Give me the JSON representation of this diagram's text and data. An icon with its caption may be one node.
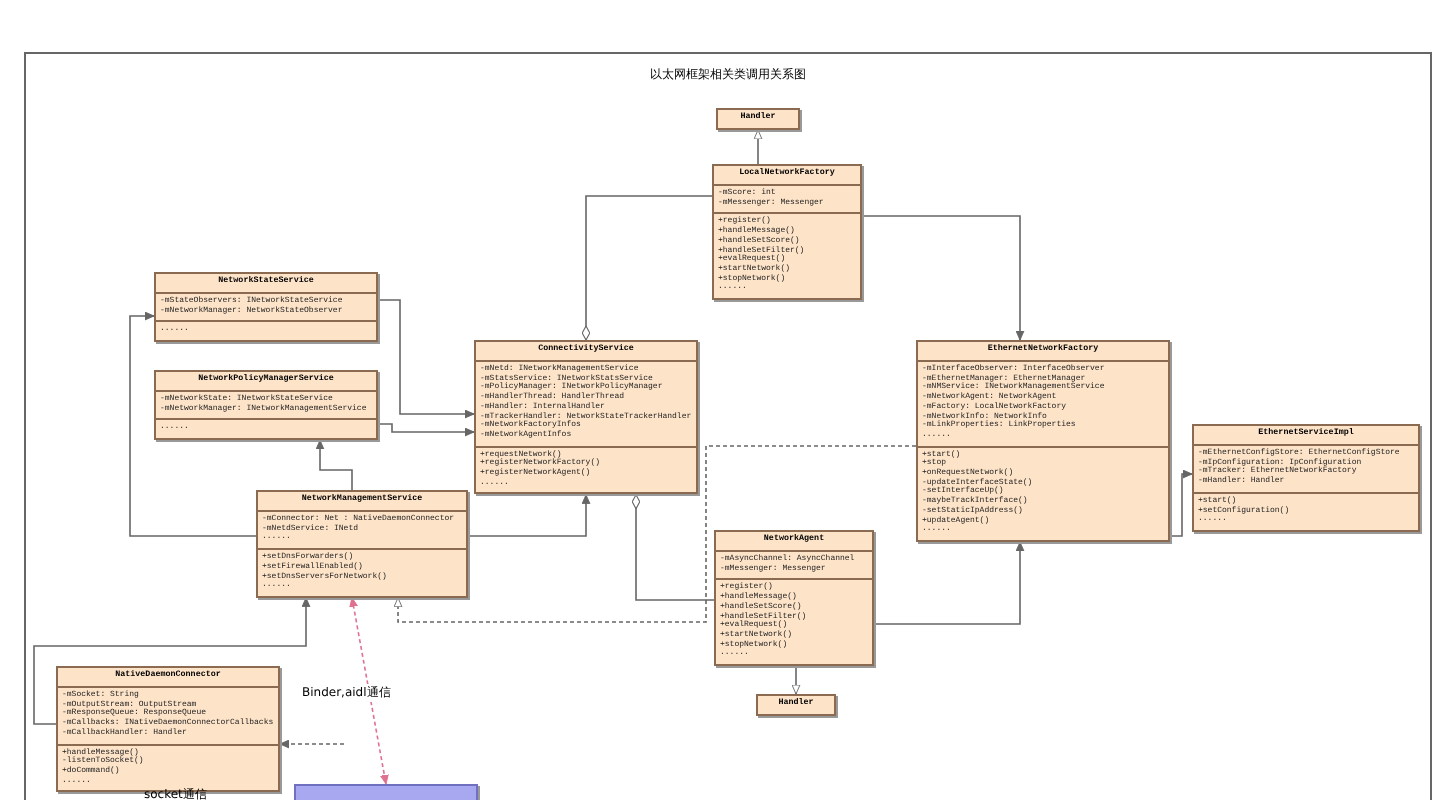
{
  "diagram": {
    "title": "以太网框架相关类调用关系图",
    "nodes": [
      {
        "text": [
          "Handler"
        ]
      },
      {
        "text": [
          "LocalNetworkFactory"
        ]
      },
      {
        "text": [
          "-mScore: int",
          "-mMessenger: Messenger"
        ],
        "in": 1
      },
      {
        "text": [
          "+register()",
          "+handleMessage()",
          "+handleSetScore()",
          "+handleSetFilter()",
          "+evalRequest()",
          "+startNetwork()",
          "+stopNetwork()",
          "......"
        ],
        "in": 1
      },
      {
        "text": [
          "NetworkStateService"
        ]
      },
      {
        "text": [
          "-mStateObservers: INetworkStateService",
          "-mNetworkManager: NetworkStateObserver"
        ],
        "in": 4
      },
      {
        "text": [
          "......"
        ],
        "in": 4
      },
      {
        "text": [
          "NetworkPolicyManagerService"
        ]
      },
      {
        "text": [
          "-mNetworkState: INetworkStateService",
          "-mNetworkManager: INetworkManagementService"
        ],
        "in": 7
      },
      {
        "text": [
          "......"
        ],
        "in": 7
      },
      {
        "text": [
          "ConnectivityService"
        ]
      },
      {
        "text": [
          "-mNetd: INetworkManagementService",
          "-mStatsService: INetworkStatsService",
          "-mPolicyManager: INetworkPolicyManager",
          "-mHandlerThread: HandlerThread",
          "-mHandler: InternalHandler",
          "-mTrackerHandler: NetworkStateTrackerHandler",
          "-mNetworkFactoryInfos",
          "-mNetworkAgentInfos"
        ],
        "in": 10
      },
      {
        "text": [
          "+requestNetwork()",
          "+registerNetworkFactory()",
          "+registerNetworkAgent()",
          "......"
        ],
        "in": 10
      },
      {
        "text": [
          "EthernetNetworkFactory"
        ]
      },
      {
        "text": [
          "-mInterfaceObserver: InterfaceObserver",
          "-mEthernetManager: EthernetManager",
          "-mNMService: INetworkManagementService",
          "-mNetworkAgent: NetworkAgent",
          "-mFactory: LocalNetworkFactory",
          "-mNetworkInfo: NetworkInfo",
          "-mLinkProperties: LinkProperties",
          "......"
        ],
        "in": 13
      },
      {
        "text": [
          "+start()",
          "+stop",
          "+onRequestNetwork()",
          "-updateInterfaceState()",
          "-setInterfaceUp()",
          "-maybeTrackInterface()",
          "-setStaticIpAddress()",
          "+updateAgent()",
          "......"
        ],
        "in": 13
      },
      {
        "text": [
          "EthernetServiceImpl"
        ]
      },
      {
        "text": [
          "-mEthernetConfigStore: EthernetConfigStore",
          "-mIpConfiguration: IpConfiguration",
          "-mTracker: EthernetNetworkFactory",
          "-mHandler: Handler"
        ],
        "in": 16
      },
      {
        "text": [
          "+start()",
          "+setConfiguration()",
          "......"
        ],
        "in": 16
      },
      {
        "text": [
          "NetworkManagementService"
        ]
      },
      {
        "text": [
          "-mConnector: Net : NativeDaemonConnector",
          "-mNetdService: INetd",
          "......"
        ],
        "in": 19
      },
      {
        "text": [
          "+setDnsForwarders()",
          "+setFirewallEnabled()",
          "+setDnsServersForNetwork()",
          "......"
        ],
        "in": 19
      },
      {
        "text": [
          "NetworkAgent"
        ]
      },
      {
        "text": [
          "-mAsyncChannel: AsyncChannel",
          "-mMessenger: Messenger"
        ],
        "in": 22
      },
      {
        "text": [
          "+register()",
          "+handleMessage()",
          "+handleSetScore()",
          "+handleSetFilter()",
          "+evalRequest()",
          "+startNetwork()",
          "+stopNetwork()",
          "......"
        ],
        "in": 22
      },
      {
        "text": [
          "Handler"
        ]
      },
      {
        "text": [
          "NativeDaemonConnector"
        ]
      },
      {
        "text": [
          "-mSocket: String",
          "-mOutputStream: OutputStream",
          "-mResponseQueue: ResponseQueue",
          "-mCallbacks: INativeDaemonConnectorCallbacks",
          "-mCallbackHandler: Handler"
        ],
        "in": 26
      },
      {
        "text": [
          "+handleMessage()",
          "-listenToSocket()",
          "+doCommand()",
          "......"
        ],
        "in": 26
      },
      {
        "text": [],
        "shape": "box"
      }
    ],
    "edges": [
      {
        "from": 1,
        "to": 0,
        "arrow": "to"
      },
      {
        "from": 22,
        "to": 25,
        "arrow": "to"
      },
      {
        "from": 1,
        "to": 10,
        "arrow": "other"
      },
      {
        "from": 1,
        "to": 13,
        "arrow": "to"
      },
      {
        "from": 4,
        "to": 10,
        "arrow": "to"
      },
      {
        "from": 7,
        "to": 10,
        "arrow": "to"
      },
      {
        "from": 19,
        "to": 7,
        "arrow": "to"
      },
      {
        "from": 19,
        "to": 4,
        "arrow": "to"
      },
      {
        "from": 19,
        "to": 10,
        "arrow": "to"
      },
      {
        "from": 22,
        "to": 10,
        "arrow": "other"
      },
      {
        "from": 22,
        "to": 13,
        "arrow": "to"
      },
      {
        "from": 13,
        "to": 19,
        "arrow": "to",
        "style": "dashed"
      },
      {
        "from": 26,
        "to": 19,
        "arrow": "to"
      },
      {
        "from": 13,
        "to": 16,
        "arrow": "to"
      },
      {
        "from": 19,
        "to": 29,
        "arrow": "both",
        "style": "dashed",
        "color": "#e07090",
        "label": "Binder,aidl通信"
      },
      {
        "from": null,
        "to": 26,
        "arrow": "to",
        "style": "dashed"
      }
    ],
    "labels": [
      "socket通信"
    ]
  }
}
